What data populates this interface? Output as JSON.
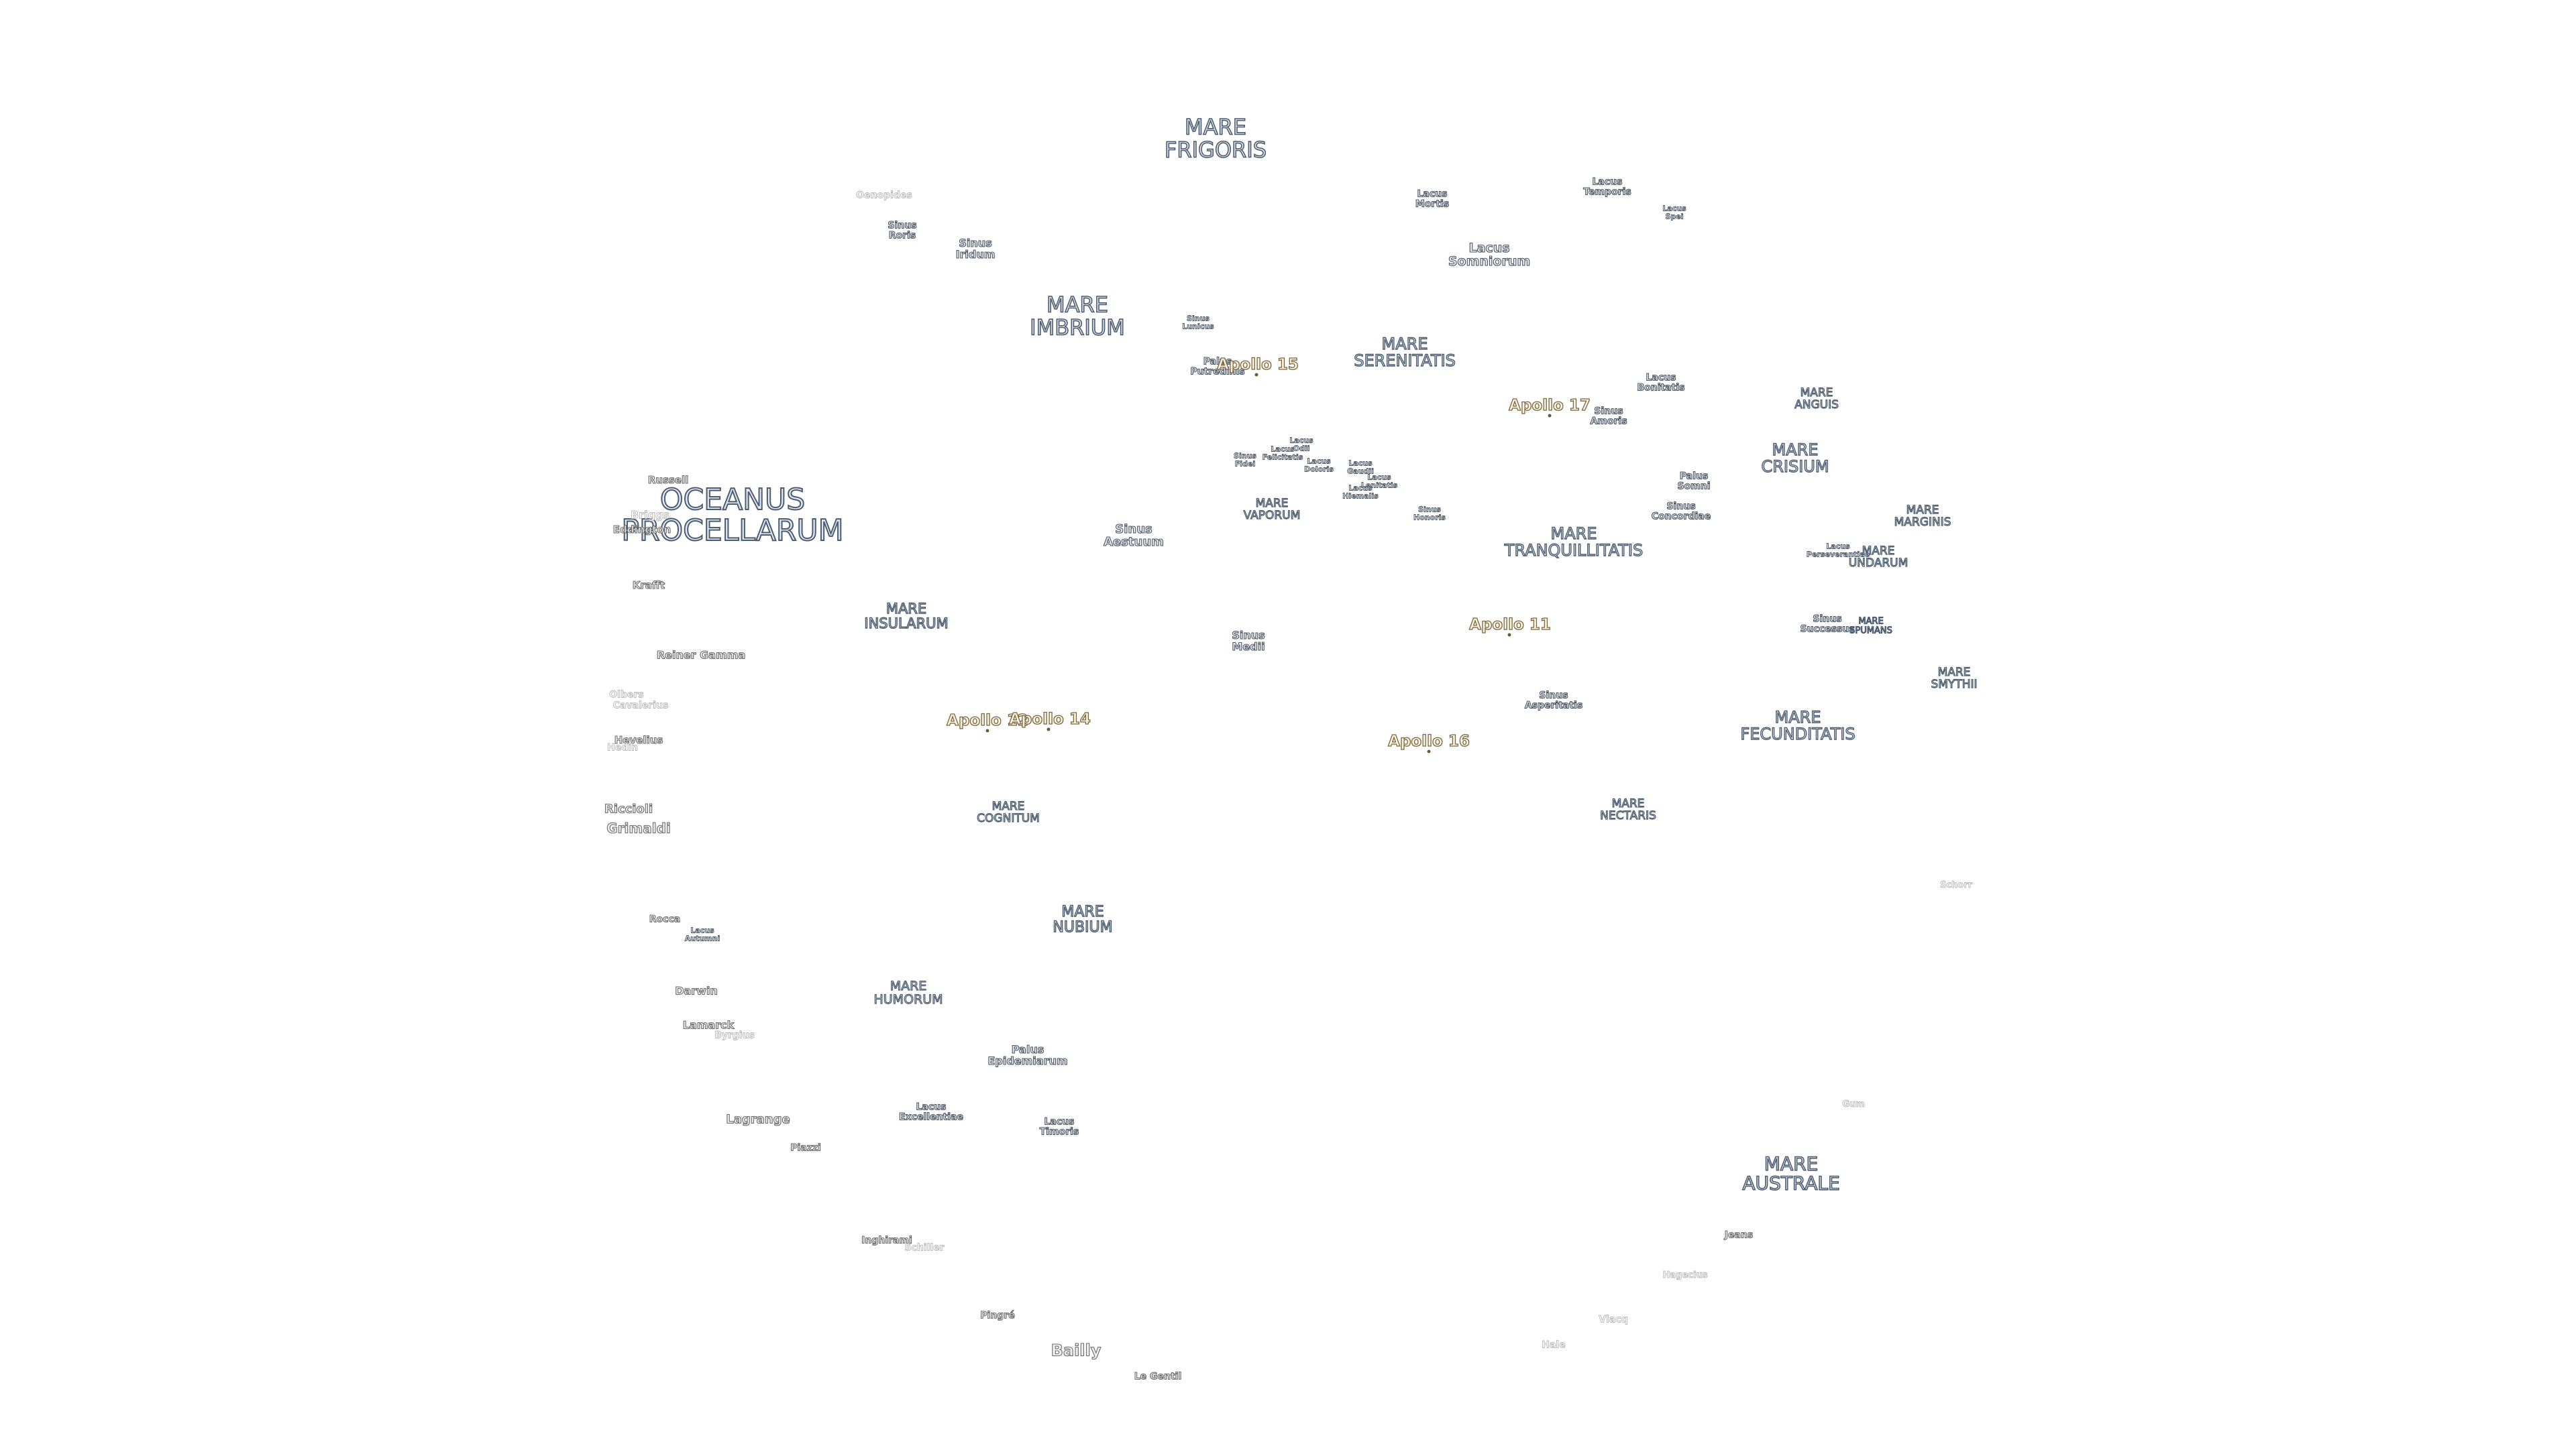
{
  "labels": [
    {
      "name": "MARE\nFRIGORIS",
      "kind": "mare"
    },
    {
      "name": "Lacus\nTemporis",
      "kind": "small"
    },
    {
      "name": "Lacus\nMortis",
      "kind": "small"
    },
    {
      "name": "Lacus\nSpei",
      "kind": "small"
    },
    {
      "name": "Lacus\nSomniorum",
      "kind": "small"
    },
    {
      "name": "Oenopides",
      "kind": "crater"
    },
    {
      "name": "Sinus\nRoris",
      "kind": "small"
    },
    {
      "name": "Sinus\nIridum",
      "kind": "small"
    },
    {
      "name": "MARE\nIMBRIUM",
      "kind": "mare"
    },
    {
      "name": "Sinus\nLunicus",
      "kind": "small"
    },
    {
      "name": "Palus\nPutredinis",
      "kind": "small"
    },
    {
      "name": "MARE\nSERENITATIS",
      "kind": "mare"
    },
    {
      "name": "Lacus\nBonitatis",
      "kind": "small"
    },
    {
      "name": "Sinus\nAmoris",
      "kind": "small"
    },
    {
      "name": "MARE\nANGUIS",
      "kind": "mare"
    },
    {
      "name": "MARE\nCRISIUM",
      "kind": "mare"
    },
    {
      "name": "Palus\nSomni",
      "kind": "small"
    },
    {
      "name": "Sinus\nConcordiae",
      "kind": "small"
    },
    {
      "name": "MARE\nMARGINIS",
      "kind": "mare"
    },
    {
      "name": "Lacus\nPerseverantiae",
      "kind": "small"
    },
    {
      "name": "MARE\nUNDARUM",
      "kind": "mare"
    },
    {
      "name": "Lacus\nOdii",
      "kind": "small"
    },
    {
      "name": "Lacus\nFelicitatis",
      "kind": "small"
    },
    {
      "name": "Sinus\nFidei",
      "kind": "small"
    },
    {
      "name": "Lacus\nDoloris",
      "kind": "small"
    },
    {
      "name": "Lacus\nGaudii",
      "kind": "small"
    },
    {
      "name": "Lacus\nLenitatis",
      "kind": "small"
    },
    {
      "name": "Lacus\nHiemalis",
      "kind": "small"
    },
    {
      "name": "Sinus\nHonoris",
      "kind": "small"
    },
    {
      "name": "MARE\nVAPORUM",
      "kind": "mare"
    },
    {
      "name": "Russell",
      "kind": "crater"
    },
    {
      "name": "OCEANUS\nPROCELLARUM",
      "kind": "mare"
    },
    {
      "name": "Briggs",
      "kind": "crater"
    },
    {
      "name": "Eddington",
      "kind": "crater"
    },
    {
      "name": "Sinus\nAestuum",
      "kind": "small"
    },
    {
      "name": "MARE\nTRANQUILLITATIS",
      "kind": "mare"
    },
    {
      "name": "Krafft",
      "kind": "crater"
    },
    {
      "name": "MARE\nINSULARUM",
      "kind": "mare"
    },
    {
      "name": "Sinus\nSuccessus",
      "kind": "small"
    },
    {
      "name": "MARE\nSPUMANS",
      "kind": "mare"
    },
    {
      "name": "Sinus\nMedii",
      "kind": "small"
    },
    {
      "name": "Reiner Gamma",
      "kind": "crater"
    },
    {
      "name": "MARE\nSMYTHII",
      "kind": "mare"
    },
    {
      "name": "Olbers",
      "kind": "crater"
    },
    {
      "name": "Cavalerius",
      "kind": "crater"
    },
    {
      "name": "Sinus\nAsperitatis",
      "kind": "small"
    },
    {
      "name": "MARE\nFECUNDITATIS",
      "kind": "mare"
    },
    {
      "name": "Hevelius",
      "kind": "crater"
    },
    {
      "name": "Hedin",
      "kind": "crater"
    },
    {
      "name": "Riccioli",
      "kind": "crater"
    },
    {
      "name": "Grimaldi",
      "kind": "crater"
    },
    {
      "name": "MARE\nCOGNITUM",
      "kind": "mare"
    },
    {
      "name": "MARE\nNECTARIS",
      "kind": "mare"
    },
    {
      "name": "Schorr",
      "kind": "crater"
    },
    {
      "name": "Rocca",
      "kind": "crater"
    },
    {
      "name": "Lacus\nAutumni",
      "kind": "small"
    },
    {
      "name": "MARE\nNUBIUM",
      "kind": "mare"
    },
    {
      "name": "Darwin",
      "kind": "crater"
    },
    {
      "name": "MARE\nHUMORUM",
      "kind": "mare"
    },
    {
      "name": "Lamarck",
      "kind": "crater"
    },
    {
      "name": "Byrgius",
      "kind": "crater"
    },
    {
      "name": "Palus\nEpidemiarum",
      "kind": "small"
    },
    {
      "name": "Lacus\nExcellentiae",
      "kind": "small"
    },
    {
      "name": "Lacus\nTimoris",
      "kind": "small"
    },
    {
      "name": "Lagrange",
      "kind": "crater"
    },
    {
      "name": "Piazzi",
      "kind": "crater"
    },
    {
      "name": "Gum",
      "kind": "crater"
    },
    {
      "name": "MARE\nAUSTRALE",
      "kind": "mare"
    },
    {
      "name": "Inghirami",
      "kind": "crater"
    },
    {
      "name": "Schiller",
      "kind": "crater"
    },
    {
      "name": "Jeans",
      "kind": "crater"
    },
    {
      "name": "Pingré",
      "kind": "crater"
    },
    {
      "name": "Hagecius",
      "kind": "crater"
    },
    {
      "name": "Bailly",
      "kind": "crater"
    },
    {
      "name": "Vlacq",
      "kind": "crater"
    },
    {
      "name": "Hale",
      "kind": "crater"
    },
    {
      "name": "Le Gentil",
      "kind": "crater"
    }
  ],
  "apollo": [
    {
      "name": "Apollo 15"
    },
    {
      "name": "Apollo 17"
    },
    {
      "name": "Apollo 11"
    },
    {
      "name": "Apollo 12"
    },
    {
      "name": "Apollo 14"
    },
    {
      "name": "Apollo 16"
    }
  ],
  "colors": {
    "background": "#ffffff",
    "mare_fill": "#dfe8f3",
    "mare_outline": "#4d5d6e",
    "apollo_fill": "#fbf1dc",
    "apollo_outline": "#7a6640"
  }
}
